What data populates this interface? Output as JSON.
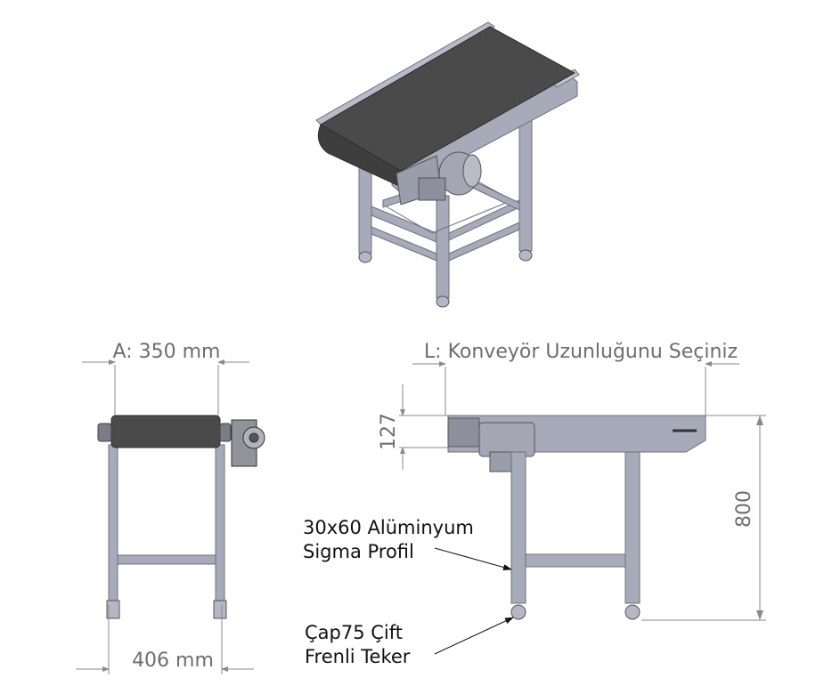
{
  "dimensions": {
    "width_top": "A: 350 mm",
    "width_bottom": "406 mm",
    "length": "L: Konveyör Uzunluğunu Seçiniz",
    "head_height": "127",
    "total_height": "800"
  },
  "labels": {
    "profile_line1": "30x60 Alüminyum",
    "profile_line2": "Sigma Profil",
    "wheel_line1": "Çap75 Çift",
    "wheel_line2": "Frenli Teker"
  },
  "colors": {
    "frame": "#a7aab8",
    "frame_dark": "#6d7080",
    "belt": "#4a4a4a",
    "dim_line": "#8a8a8a"
  }
}
